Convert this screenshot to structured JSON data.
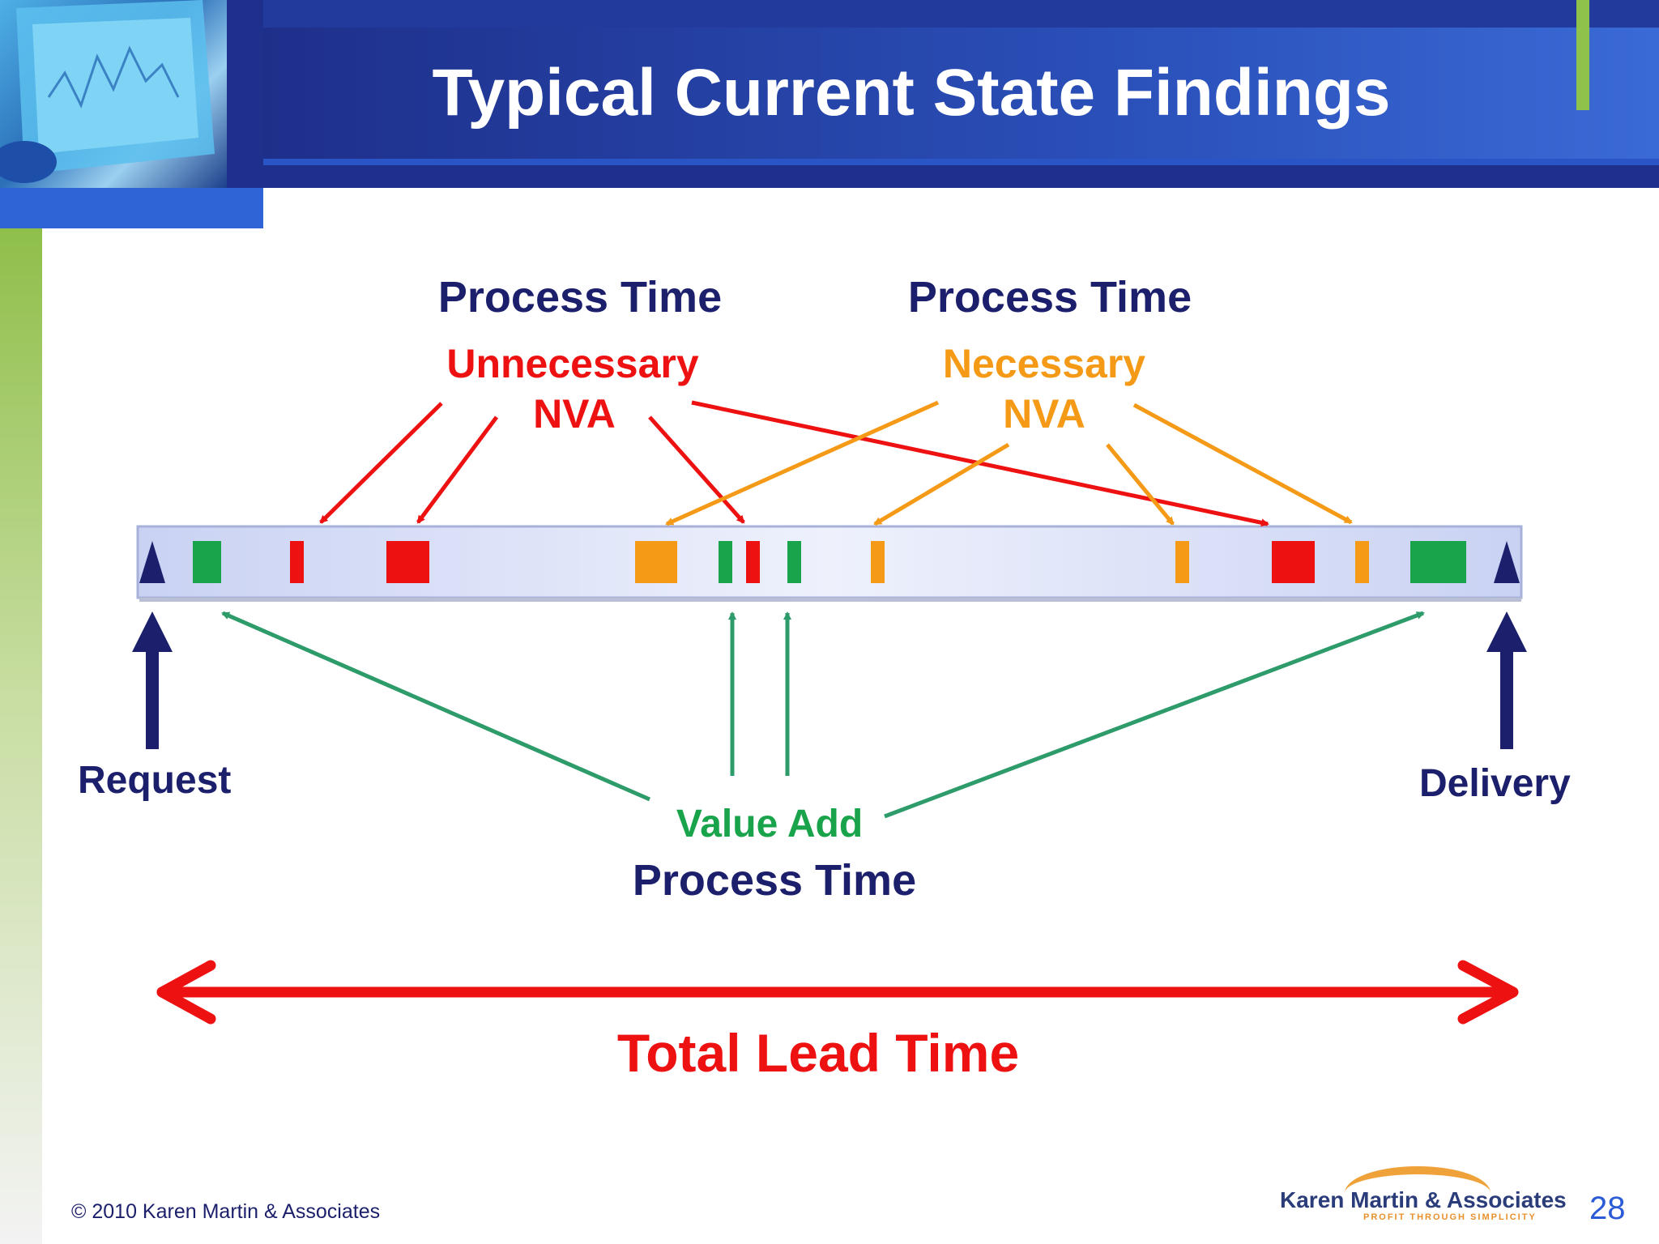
{
  "slide": {
    "title": "Typical Current State Findings",
    "footer": "© 2010 Karen Martin & Associates",
    "slide_number": "28",
    "logo": {
      "name": "Karen Martin & Associates",
      "tagline": "PROFIT THROUGH SIMPLICITY"
    }
  },
  "diagram": {
    "unnecessary": {
      "heading": "Process Time",
      "line1": "Unnecessary",
      "line2": "NVA",
      "color": "#ee1111"
    },
    "necessary": {
      "heading": "Process Time",
      "line1": "Necessary",
      "line2": "NVA",
      "color": "#f59a16"
    },
    "value_add": {
      "line1": "Value Add",
      "heading": "Process Time",
      "color": "#19a34a"
    },
    "request_label": "Request",
    "delivery_label": "Delivery",
    "total_label": "Total Lead Time",
    "timeline_blocks": [
      "green",
      "red",
      "red",
      "orange",
      "green",
      "red",
      "green",
      "orange",
      "orange",
      "red",
      "orange",
      "green"
    ]
  },
  "colors": {
    "navy": "#1c1f6b",
    "red": "#ee1111",
    "orange": "#f59a16",
    "green": "#19a34a",
    "header": "#1f2f8c"
  }
}
